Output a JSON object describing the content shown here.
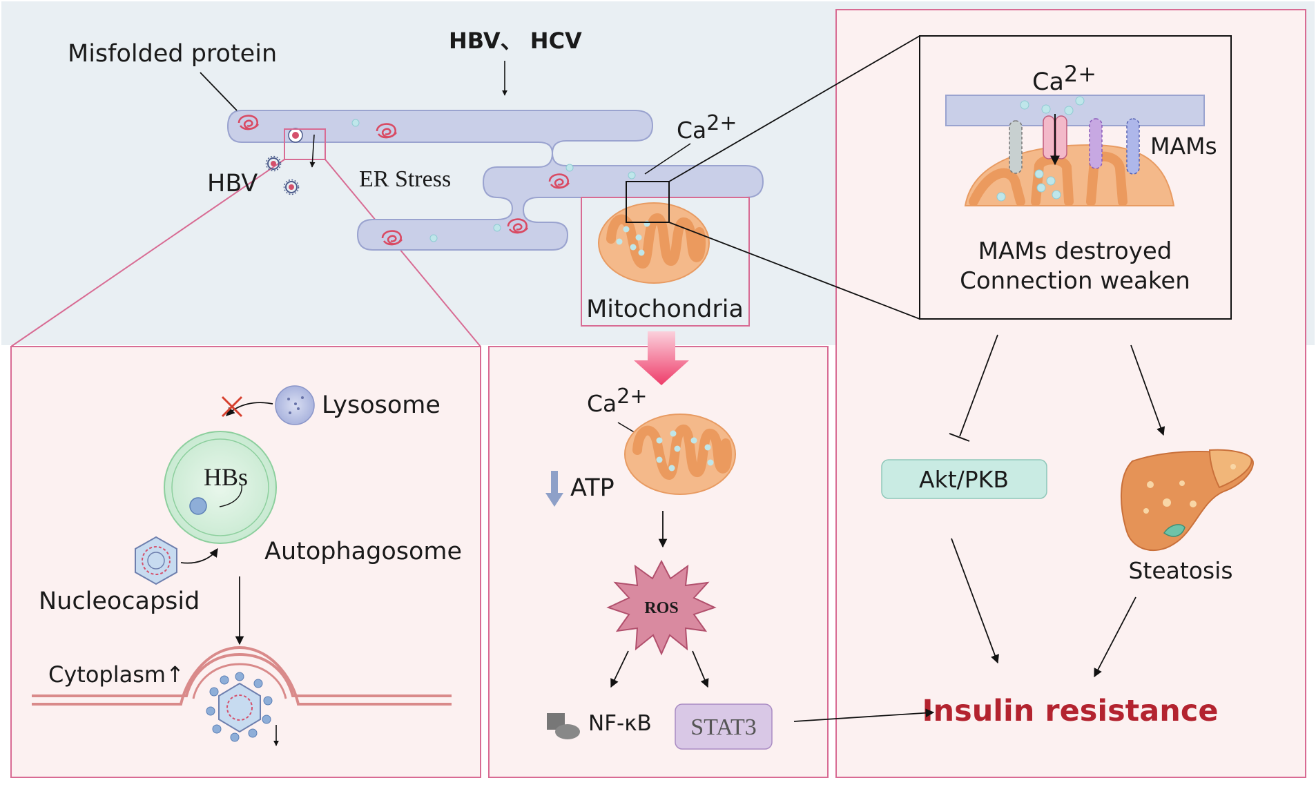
{
  "labels": {
    "misfolded_protein": "Misfolded protein",
    "hbv_hcv": "HBV、 HCV",
    "hbv": "HBV",
    "er_stress": "ER Stress",
    "ca_er": "Ca",
    "ca_er_sup": "2+",
    "mitochondria": "Mitochondria",
    "lysosome": "Lysosome",
    "hbs": "HBs",
    "autophagosome": "Autophagosome",
    "nucleocapsid": "Nucleocapsid",
    "cytoplasm": "Cytoplasm",
    "cytoplasm_arrow": "↑",
    "ca_mid": "Ca",
    "ca_mid_sup": "2+",
    "atp": "ATP",
    "ros": "ROS",
    "nfkb": "NF-κB",
    "stat3": "STAT3",
    "ca_mam": "Ca",
    "ca_mam_sup": "2+",
    "mams": "MAMs",
    "mams_destroyed": "MAMs destroyed",
    "connection_weaken": "Connection weaken",
    "akt_pkb": "Akt/PKB",
    "steatosis": "Steatosis",
    "insulin_resistance": "Insulin resistance"
  },
  "colors": {
    "background_top": "#e9eff3",
    "panel_fill": "#fcf1f1",
    "panel_border": "#d86b93",
    "er_fill": "#c9cfe8",
    "er_stroke": "#9aa3cf",
    "mito_outer": "#f4b98a",
    "mito_inner": "#eb9a5e",
    "akt_fill": "#c9ebe3",
    "stat3_fill": "#d9c8e6",
    "ros_fill": "#d98aa0",
    "insulin_text": "#b3232f"
  }
}
